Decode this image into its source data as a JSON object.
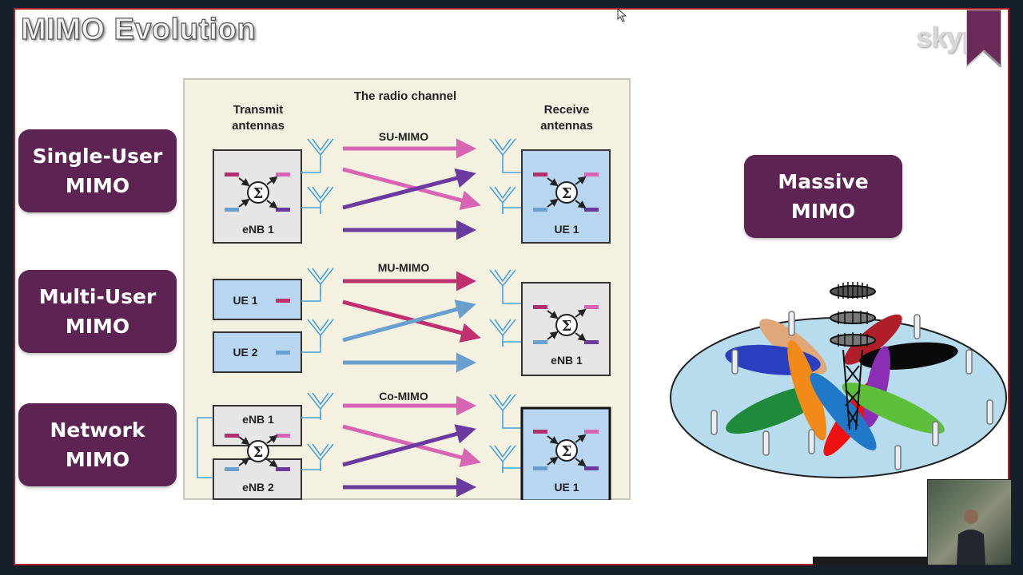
{
  "slide": {
    "title": "MIMO Evolution",
    "skype_watermark": "skype",
    "left_labels": [
      {
        "line1": "Single-User",
        "line2": "MIMO"
      },
      {
        "line1": "Multi-User",
        "line2": "MIMO"
      },
      {
        "line1": "Network",
        "line2": "MIMO"
      }
    ],
    "massive_label": {
      "line1": "Massive",
      "line2": "MIMO"
    }
  },
  "diagram": {
    "header_transmit_1": "Transmit",
    "header_transmit_2": "antennas",
    "header_channel": "The radio channel",
    "header_receive_1": "Receive",
    "header_receive_2": "antennas",
    "rows": [
      {
        "mode": "SU-MIMO",
        "tx": "eNB 1",
        "rx": "UE 1"
      },
      {
        "mode": "MU-MIMO",
        "tx1": "UE 1",
        "tx2": "UE 2",
        "rx": "eNB 1"
      },
      {
        "mode": "Co-MIMO",
        "tx1": "eNB 1",
        "tx2": "eNB 2",
        "rx": "UE 1"
      }
    ],
    "sigma": "Σ"
  },
  "colors": {
    "accent_purple": "#5c2353",
    "frame_red": "#b01e2a",
    "arrow_pink": "#d864b4",
    "arrow_violet": "#6b3a9e",
    "arrow_magenta": "#c0306e",
    "arrow_blue": "#6aa0d0"
  },
  "icons": [
    "antenna-icon",
    "sigma-combiner-icon",
    "cell-tower-icon",
    "skype-ribbon-icon",
    "cursor-icon"
  ]
}
